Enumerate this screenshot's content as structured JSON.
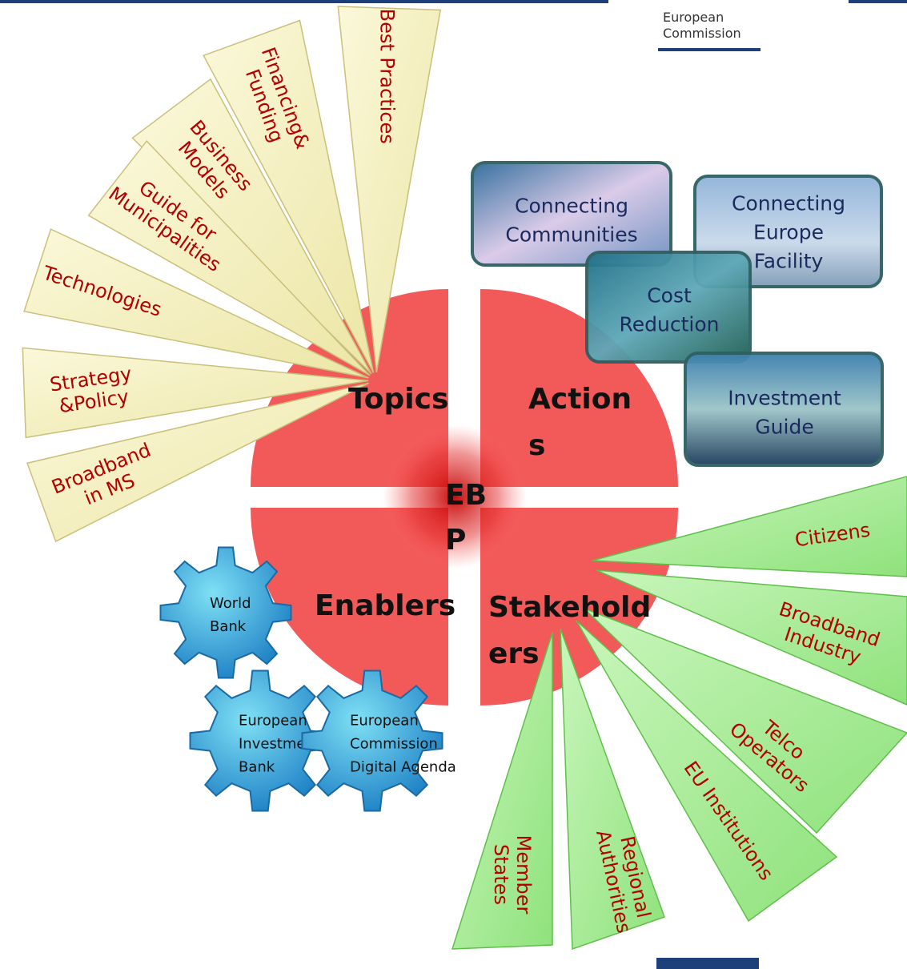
{
  "header": {
    "logo_line1": "European",
    "logo_line2": "Commission"
  },
  "center": {
    "line1": "EB",
    "line2": "P"
  },
  "quadrants": {
    "topics": "Topics",
    "actions_line1": "Action",
    "actions_line2": "s",
    "enablers": "Enablers",
    "stakeholders_line1": "Stakehold",
    "stakeholders_line2": "ers"
  },
  "topics": [
    [
      "Best Practices"
    ],
    [
      "Financing&",
      "Funding"
    ],
    [
      "Business",
      "Models"
    ],
    [
      "Guide for",
      "Municipalities"
    ],
    [
      "Technologies"
    ],
    [
      "Strategy",
      "&Policy"
    ],
    [
      "Broadband",
      "in MS"
    ]
  ],
  "actions": [
    [
      "Connecting",
      "Communities"
    ],
    [
      "Connecting",
      "Europe",
      "Facility"
    ],
    [
      "Cost",
      "Reduction"
    ],
    [
      "Investment",
      "Guide"
    ]
  ],
  "stakeholders": [
    [
      "Citizens"
    ],
    [
      "Broadband",
      "Industry"
    ],
    [
      "Telco",
      "Operators"
    ],
    [
      "EU Institutions"
    ],
    [
      "Regional",
      "Authorities"
    ],
    [
      "Member",
      "States"
    ]
  ],
  "enablers": [
    [
      "World",
      "Bank"
    ],
    [
      "European",
      "Investment",
      "Bank"
    ],
    [
      "European",
      "Commission",
      "Digital Agenda"
    ]
  ],
  "colors": {
    "quadrant": "#f25a5a",
    "topic_ray": "#f6f2c4",
    "stakeholder_ray": "#b3f0a3",
    "gear": "#25a9e0",
    "label_red": "#b30000",
    "tile_border": "#2e5f63"
  }
}
